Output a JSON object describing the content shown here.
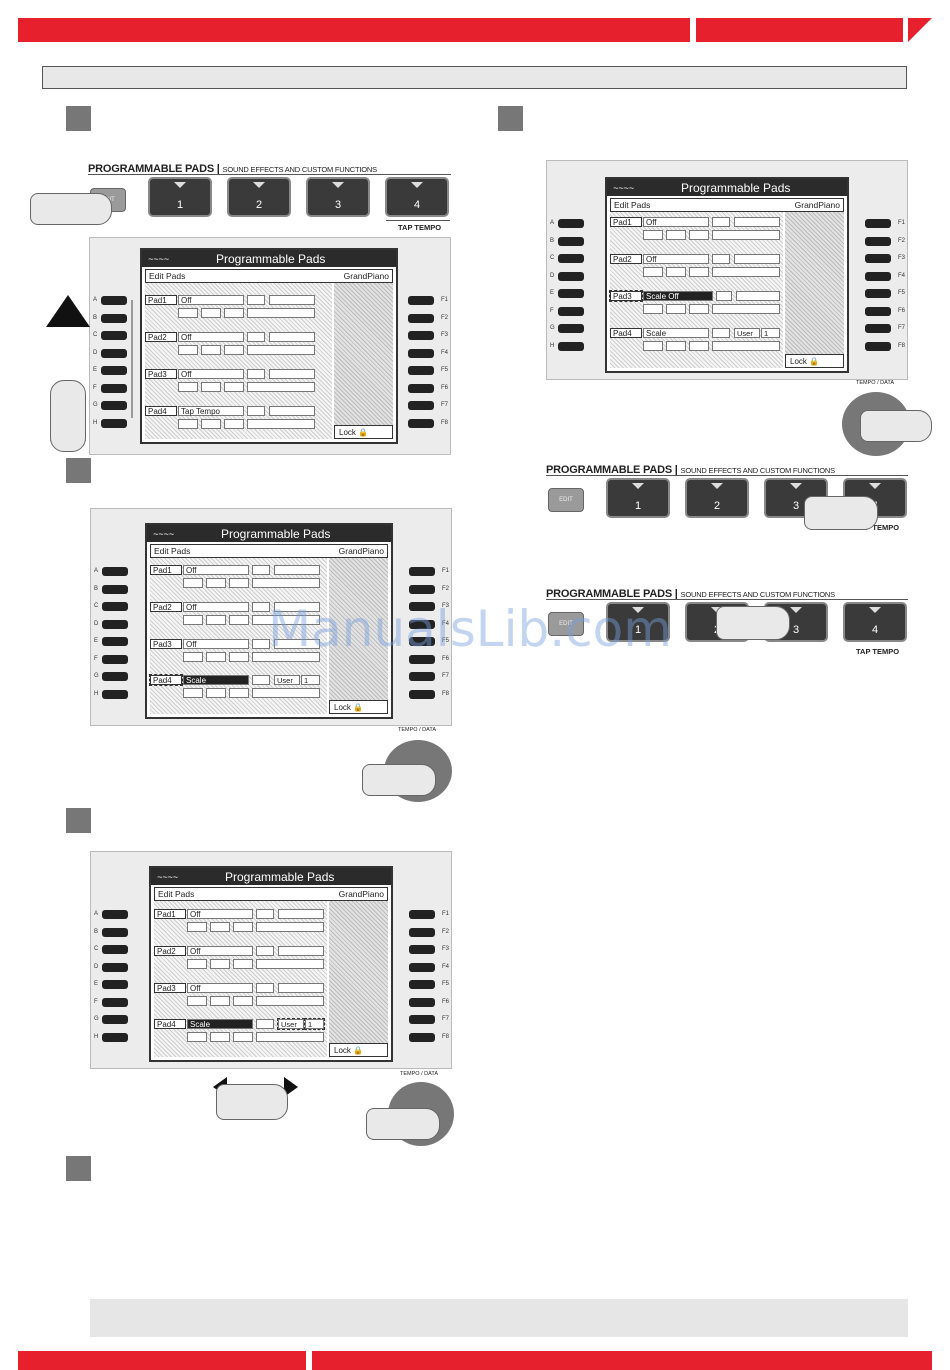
{
  "colors": {
    "accent": "#e6202d",
    "panel": "#ececec",
    "step_box": "#777777"
  },
  "watermark": "ManualsLib.com",
  "programmable_pads": {
    "title": "PROGRAMMABLE PADS |",
    "subtitle": "SOUND EFFECTS AND CUSTOM FUNCTIONS",
    "edit_label": "EDIT",
    "buttons": [
      "1",
      "2",
      "3",
      "4"
    ],
    "tap_tempo": "TAP TEMPO"
  },
  "lcd": {
    "logo": "~~~~",
    "title": "Programmable Pads",
    "edit_pads": "Edit Pads",
    "sound": "GrandPiano",
    "lock": "Lock",
    "side_left": [
      "A",
      "B",
      "C",
      "D",
      "E",
      "F",
      "G",
      "H"
    ],
    "side_right": [
      "F1",
      "F2",
      "F3",
      "F4",
      "F5",
      "F6",
      "F7",
      "F8"
    ],
    "tempo_data": "TEMPO / DATA"
  },
  "screens": [
    {
      "pads": [
        {
          "label": "Pad1",
          "value": "Off"
        },
        {
          "label": "Pad2",
          "value": "Off"
        },
        {
          "label": "Pad3",
          "value": "Off"
        },
        {
          "label": "Pad4",
          "value": "Tap Tempo"
        }
      ]
    },
    {
      "pads": [
        {
          "label": "Pad1",
          "value": "Off"
        },
        {
          "label": "Pad2",
          "value": "Off"
        },
        {
          "label": "Pad3",
          "value": "Off"
        },
        {
          "label": "Pad4",
          "value": "Scale",
          "extra": "User",
          "extra2": "1"
        }
      ]
    },
    {
      "pads": [
        {
          "label": "Pad1",
          "value": "Off"
        },
        {
          "label": "Pad2",
          "value": "Off"
        },
        {
          "label": "Pad3",
          "value": "Off"
        },
        {
          "label": "Pad4",
          "value": "Scale",
          "extra": "User",
          "extra2": "1"
        }
      ]
    },
    {
      "pads": [
        {
          "label": "Pad1",
          "value": "Off"
        },
        {
          "label": "Pad2",
          "value": "Off"
        },
        {
          "label": "Pad3",
          "value": "Scale Off"
        },
        {
          "label": "Pad4",
          "value": "Scale",
          "extra": "User",
          "extra2": "1"
        }
      ]
    }
  ]
}
